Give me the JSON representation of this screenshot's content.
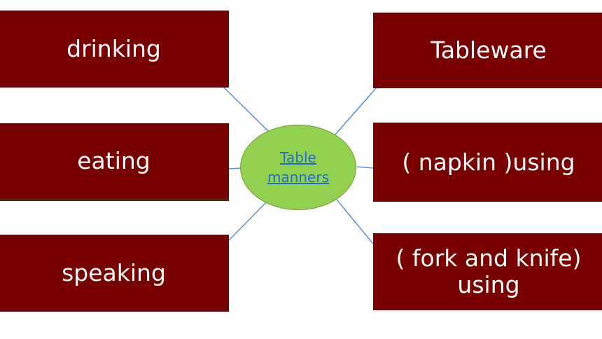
{
  "center": {
    "label": "Table\nmanners"
  },
  "left_nodes": [
    {
      "label": "drinking"
    },
    {
      "label": "eating"
    },
    {
      "label": "speaking"
    }
  ],
  "right_nodes": [
    {
      "label": "Tableware"
    },
    {
      "label": "( napkin )using"
    },
    {
      "label": "( fork and knife)\nusing"
    }
  ],
  "colors": {
    "box_fill": "#7a0000",
    "box_text": "#ffffff",
    "center_fill": "#92d050",
    "link_text": "#1f6fd0",
    "connector": "#5b8fd1"
  }
}
